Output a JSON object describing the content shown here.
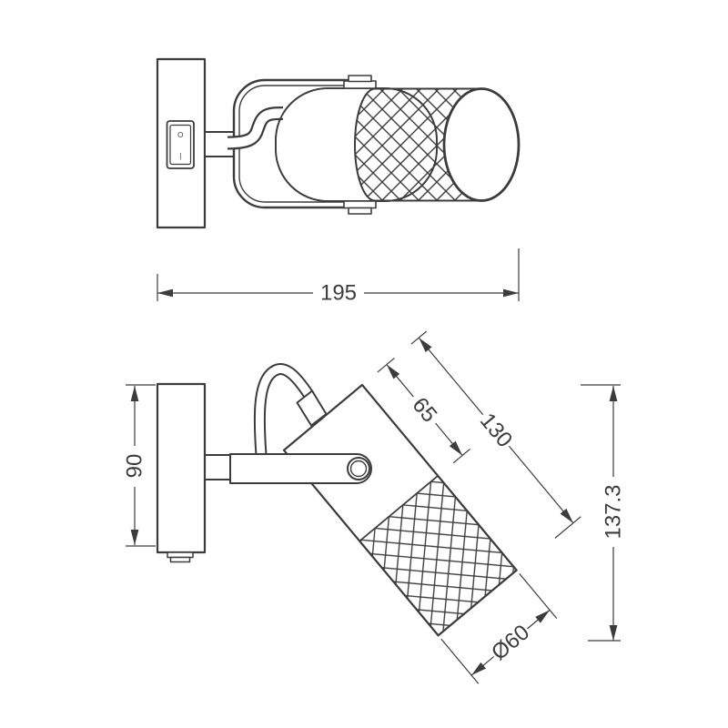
{
  "colors": {
    "background": "#ffffff",
    "line": "#3c3c3c"
  },
  "views": {
    "side": {
      "switch": {
        "off_mark": "O",
        "on_mark": "|"
      },
      "dims": {
        "overall_depth": "195"
      }
    },
    "front": {
      "dims": {
        "backplate_height": "90",
        "head_front_length": "65",
        "head_total_length": "130",
        "overall_height": "137.3",
        "head_diameter": "Ø60"
      }
    }
  }
}
